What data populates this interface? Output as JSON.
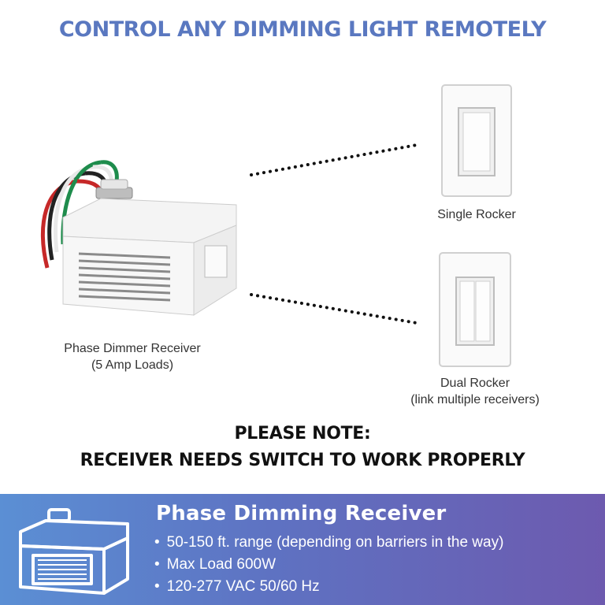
{
  "headline": "CONTROL ANY DIMMING LIGHT REMOTELY",
  "receiver": {
    "caption_line1": "Phase Dimmer Receiver",
    "caption_line2": "(5 Amp Loads)"
  },
  "switches": [
    {
      "label_line1": "Single Rocker",
      "label_line2": ""
    },
    {
      "label_line1": "Dual Rocker",
      "label_line2": "(link multiple receivers)"
    }
  ],
  "note": {
    "line1": "PLEASE NOTE:",
    "line2": "RECEIVER NEEDS SWITCH TO WORK PROPERLY"
  },
  "banner": {
    "title": "Phase Dimming Receiver",
    "bullets": [
      "50-150 ft. range (depending on barriers in the way)",
      "Max Load 600W",
      "120-277 VAC 50/60 Hz"
    ],
    "gradient_colors": [
      "#5b8fd4",
      "#6d5aaf"
    ]
  },
  "colors": {
    "headline": "#5a78c0",
    "text": "#333333",
    "note": "#111111"
  },
  "icons": [
    "receiver-outline-icon"
  ]
}
